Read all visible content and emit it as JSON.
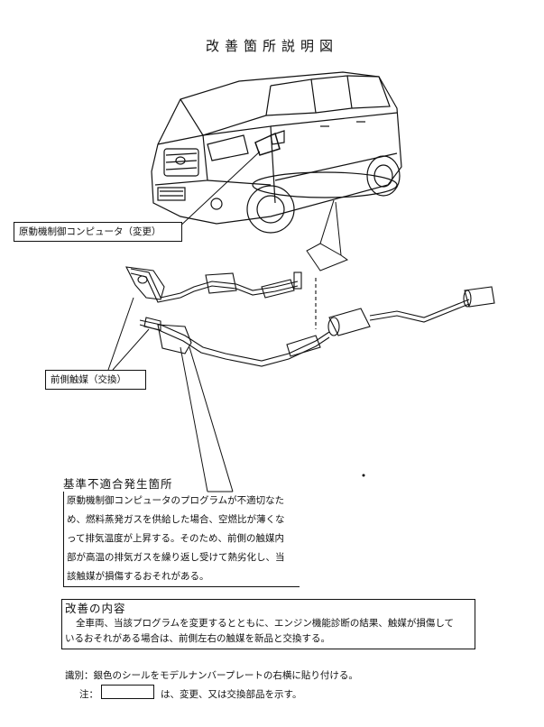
{
  "title": "改善箇所説明図",
  "labels": {
    "ecu": "原動機制御コンピュータ（変更）",
    "catalyst": "前側触媒（交換）"
  },
  "nonconformity": {
    "heading": "基準不適合発生箇所",
    "lines": [
      "原動機制御コンピュータのプログラムが不適切なた",
      "め、燃料蒸発ガスを供給した場合、空燃比が薄くな",
      "って排気温度が上昇する。そのため、前側の触媒内",
      "部が高温の排気ガスを繰り返し受けて熱劣化し、当",
      "該触媒が損傷するおそれがある。"
    ]
  },
  "improvement": {
    "heading": "改善の内容",
    "lines": [
      "全車両、当該プログラムを変更するとともに、エンジン機能診断の結果、触媒が損傷して",
      "いるおそれがある場合は、前側左右の触媒を新品と交換する。"
    ]
  },
  "identification": "識別：銀色のシールをモデルナンバープレートの右横に貼り付ける。",
  "note": {
    "prefix": "注：",
    "suffix": "は、変更、又は交換部品を示す。"
  }
}
